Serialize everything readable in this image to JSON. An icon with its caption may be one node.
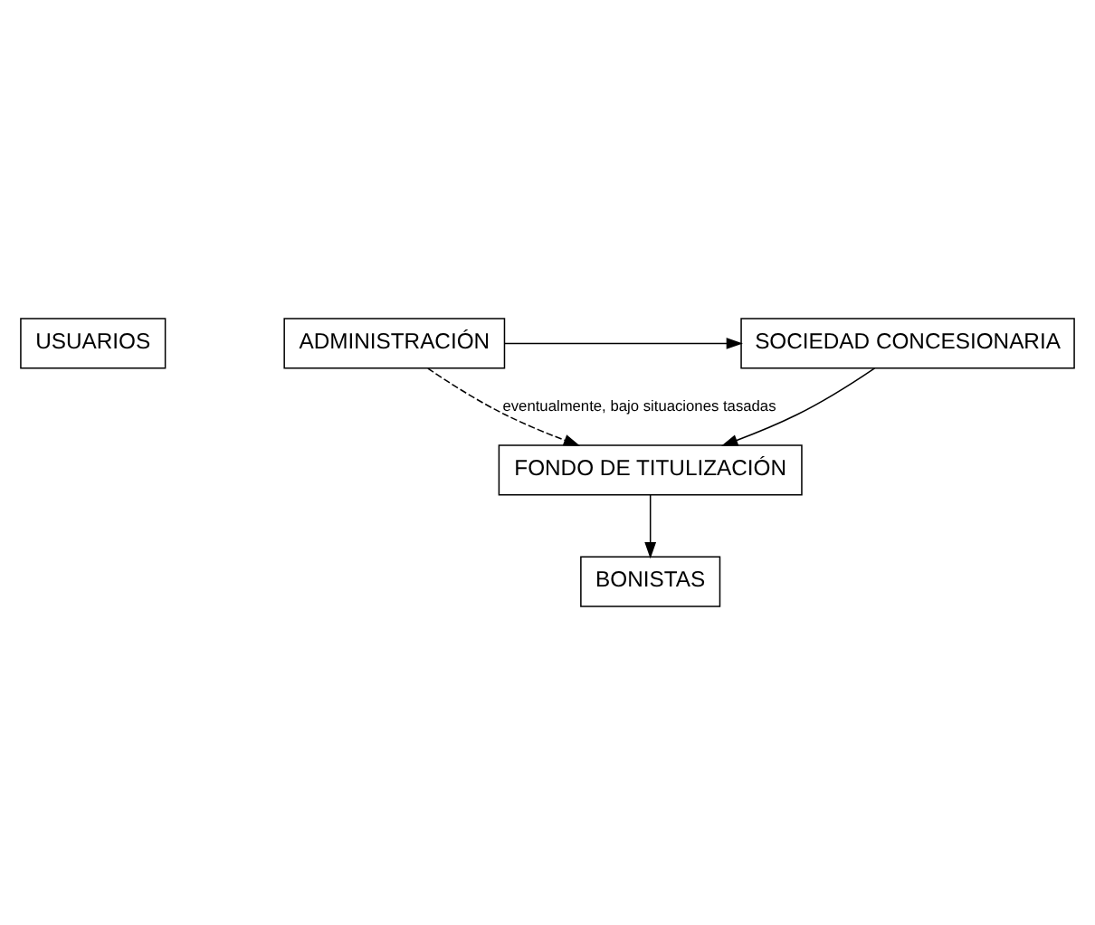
{
  "diagram": {
    "nodes": [
      {
        "text": [
          "USUARIOS"
        ]
      },
      {
        "text": [
          "ADMINISTRACIÓN"
        ]
      },
      {
        "text": [
          "SOCIEDAD CONCESIONARIA"
        ]
      },
      {
        "text": [
          "FONDO DE TITULIZACIÓN"
        ]
      },
      {
        "text": [
          "BONISTAS"
        ]
      }
    ],
    "edges": [
      {
        "from": 1,
        "to": 2,
        "arrow": "to"
      },
      {
        "from": 2,
        "to": 3,
        "arrow": "to"
      },
      {
        "from": 1,
        "to": 3,
        "arrow": "to",
        "style": "dashed",
        "label": "eventualmente, bajo situaciones tasadas"
      },
      {
        "from": 3,
        "to": 4,
        "arrow": "to"
      }
    ]
  }
}
